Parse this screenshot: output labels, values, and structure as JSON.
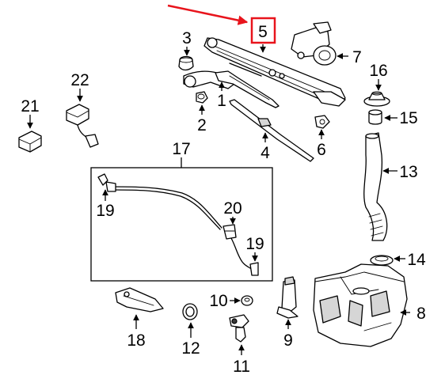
{
  "highlight_color": "#e8141c",
  "callouts": {
    "p1": "1",
    "p2": "2",
    "p3": "3",
    "p4": "4",
    "p5": "5",
    "p6": "6",
    "p7": "7",
    "p8": "8",
    "p9": "9",
    "p10": "10",
    "p11": "11",
    "p12": "12",
    "p13": "13",
    "p14": "14",
    "p15": "15",
    "p16": "16",
    "p17": "17",
    "p18": "18",
    "p19a": "19",
    "p19b": "19",
    "p20": "20",
    "p21": "21",
    "p22": "22"
  }
}
